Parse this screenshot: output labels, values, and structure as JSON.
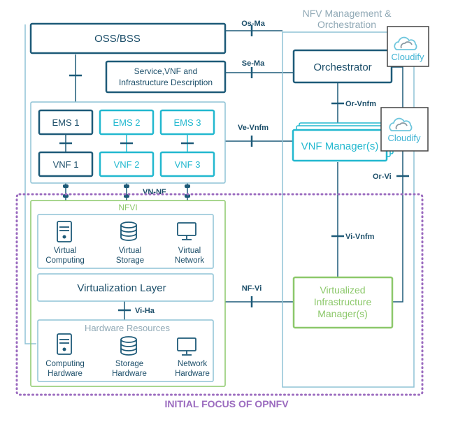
{
  "colors": {
    "dark": "#1d5a78",
    "light": "#22b8cf",
    "frame": "#8fc3d6",
    "green": "#8cc86a",
    "purple": "#9b6bbf",
    "text": "#1d4f6a",
    "gray": "#8fa8b5"
  },
  "nfv_title_line1": "NFV Management &",
  "nfv_title_line2": "Orchestration",
  "oss_bss": "OSS/BSS",
  "service_desc_line1": "Service,VNF and",
  "service_desc_line2": "Infrastructure Description",
  "orchestrator": "Orchestrator",
  "vnf_manager": "VNF Manager(s)",
  "vim_line1": "Virtualized",
  "vim_line2": "Infrastructure",
  "vim_line3": "Manager(s)",
  "cloudify_top": "Cloudify",
  "cloudify_bottom": "Cloudify",
  "ems": [
    "EMS 1",
    "EMS 2",
    "EMS 3"
  ],
  "vnf": [
    "VNF 1",
    "VNF 2",
    "VNF 3"
  ],
  "interfaces": {
    "os_ma": "Os-Ma",
    "se_ma": "Se-Ma",
    "ve_vnfm": "Ve-Vnfm",
    "or_vnfm": "Or-Vnfm",
    "or_vi": "Or-Vi",
    "vn_nf": "VN-NF",
    "vi_vnfm": "Vi-Vnfm",
    "nf_vi": "NF-Vi",
    "vi_ha": "Vi-Ha"
  },
  "nfvi": "NFVI",
  "virtual": [
    {
      "line1": "Virtual",
      "line2": "Computing",
      "icon": "server-icon"
    },
    {
      "line1": "Virtual",
      "line2": "Storage",
      "icon": "database-icon"
    },
    {
      "line1": "Virtual",
      "line2": "Network",
      "icon": "monitor-icon"
    }
  ],
  "virtualization_layer": "Virtualization Layer",
  "hardware_resources": "Hardware Resources",
  "hardware": [
    {
      "line1": "Computing",
      "line2": "Hardware",
      "icon": "server-icon"
    },
    {
      "line1": "Storage",
      "line2": "Hardware",
      "icon": "database-icon"
    },
    {
      "line1": "Network",
      "line2": "Hardware",
      "icon": "monitor-icon"
    }
  ],
  "initial_focus": "INITIAL FOCUS OF OPNFV"
}
